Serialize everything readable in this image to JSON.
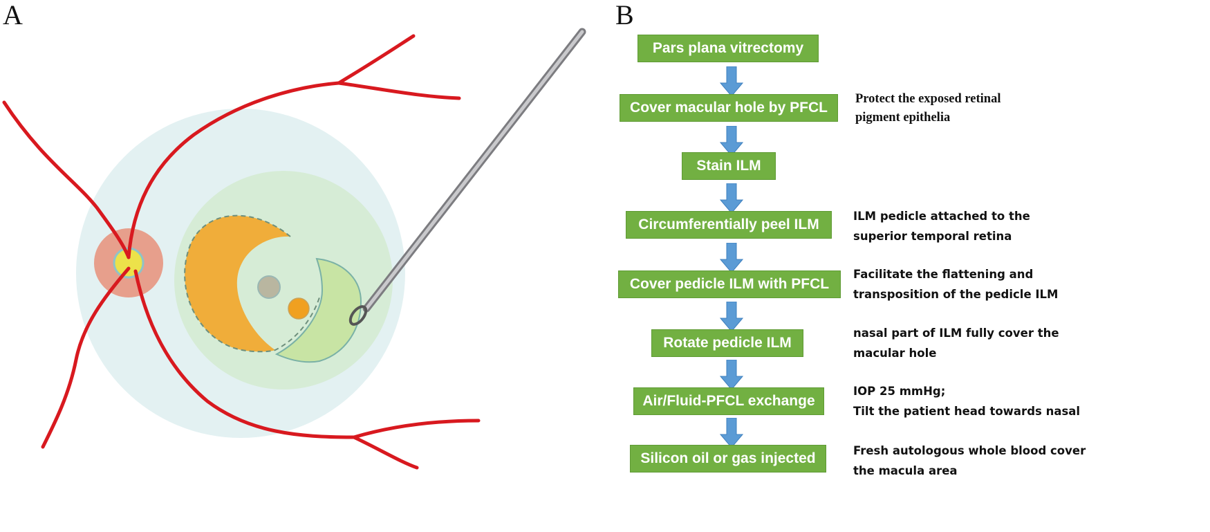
{
  "panel_a_label": "A",
  "panel_b_label": "B",
  "colors": {
    "vessel": "#d8191f",
    "step_fill": "#72b042",
    "arrow": "#5b9bd5",
    "ilm_orange": "#f0ad3a",
    "ilm_green": "#c8e4a4",
    "disc": "#e8917a",
    "fovea_zone": "#dcefe2"
  },
  "flowchart": {
    "steps": [
      {
        "label": "Pars plana vitrectomy"
      },
      {
        "label": "Cover macular hole by PFCL"
      },
      {
        "label": "Stain ILM"
      },
      {
        "label": "Circumferentially peel ILM"
      },
      {
        "label": "Cover pedicle ILM with PFCL"
      },
      {
        "label": "Rotate pedicle ILM"
      },
      {
        "label": "Air/Fluid-PFCL exchange"
      },
      {
        "label": "Silicon oil or gas injected"
      }
    ],
    "notes": [
      {
        "line1": "Protect the exposed retinal",
        "line2": "pigment epithelia"
      },
      {
        "line1": "ILM pedicle attached to the",
        "line2": "superior temporal retina"
      },
      {
        "line1": "Facilitate the flattening and",
        "line2": "transposition  of the pedicle ILM"
      },
      {
        "line1": "nasal part of ILM fully cover the",
        "line2": "macular hole"
      },
      {
        "line1": "IOP 25 mmHg;",
        "line2": "Tilt the patient head towards nasal"
      },
      {
        "line1": "Fresh autologous whole blood cover",
        "line2": "the macula area"
      }
    ]
  }
}
